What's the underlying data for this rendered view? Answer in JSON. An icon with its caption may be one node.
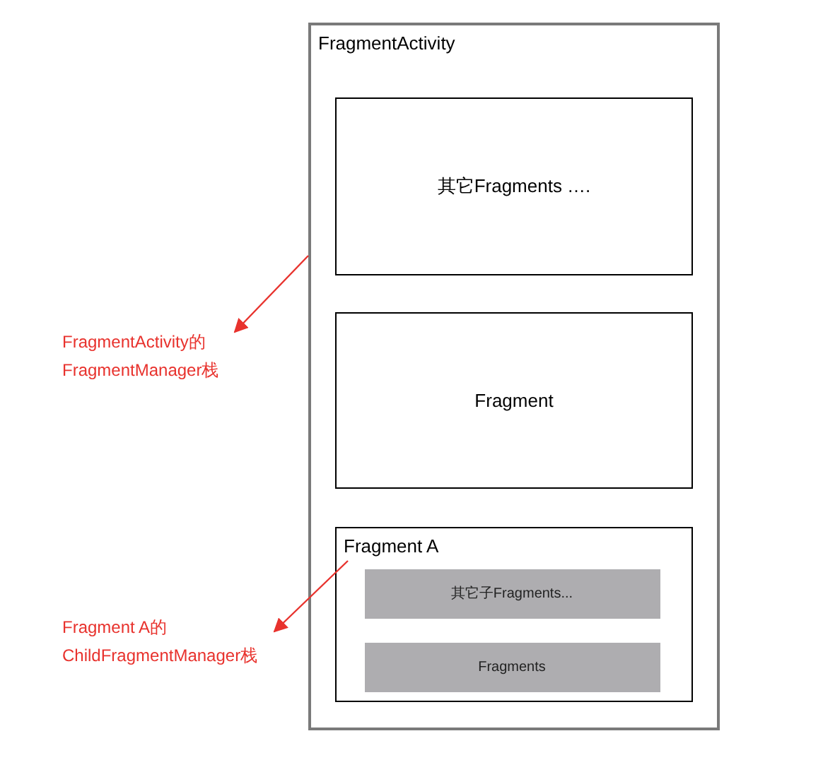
{
  "diagram": {
    "nodes": [
      {
        "text": [
          "FragmentActivity"
        ]
      },
      {
        "text": [
          "其它Fragments …."
        ],
        "in": 0
      },
      {
        "text": [
          "Fragment"
        ],
        "in": 0
      },
      {
        "text": [
          "Fragment A"
        ],
        "in": 0
      },
      {
        "text": [
          "其它子Fragments..."
        ],
        "in": 3
      },
      {
        "text": [
          "Fragments"
        ],
        "in": 3
      },
      {
        "text": [
          "FragmentActivity的 FragmentManager栈"
        ]
      },
      {
        "text": [
          "Fragment A的 ChildFragmentManager栈"
        ]
      }
    ],
    "edges": [
      {
        "from": 0,
        "to": 6,
        "arrow": "to",
        "color": "#e8322d"
      },
      {
        "from": 3,
        "to": 7,
        "arrow": "to",
        "color": "#e8322d"
      }
    ]
  }
}
